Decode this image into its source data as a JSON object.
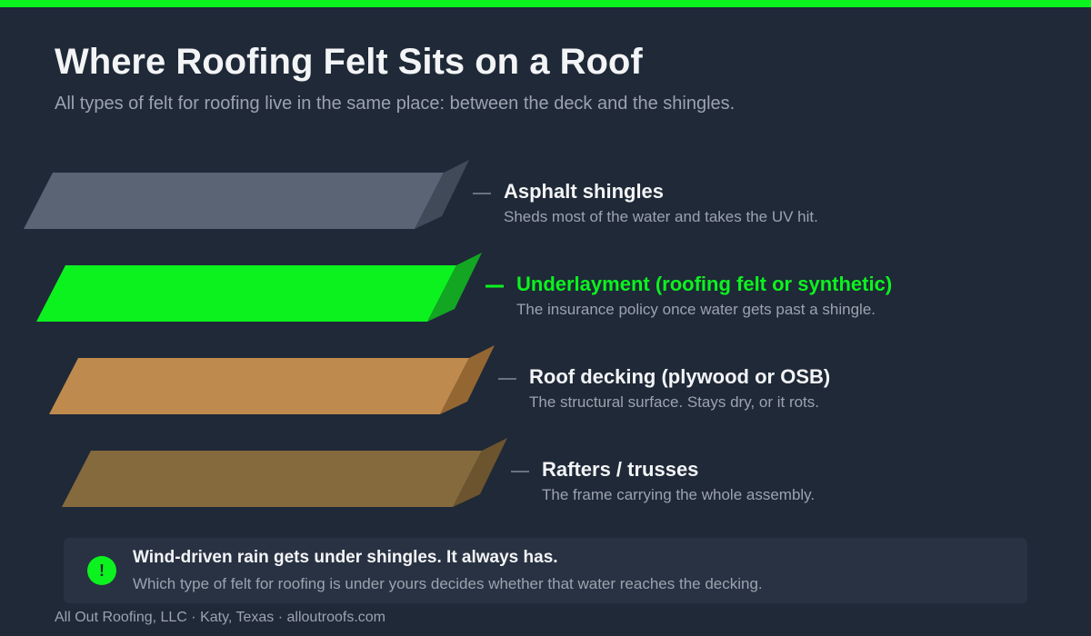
{
  "page": {
    "title": "Where Roofing Felt Sits on a Roof",
    "subtitle": "All types of felt for roofing live in the same place: between the deck and the shingles."
  },
  "colors": {
    "accent": "#0cf21f",
    "background": "#1f2937",
    "text_primary": "#f3f4f6",
    "text_muted": "#9ca3af",
    "connector": "#6b7280"
  },
  "layers": [
    {
      "name": "asphalt-shingles",
      "title": "Asphalt shingles",
      "description": "Sheds most of the water and takes the UV hit.",
      "highlight": false,
      "top_color": "#5a6475",
      "side_color": "#414a59"
    },
    {
      "name": "underlayment",
      "title": "Underlayment (roofing felt or synthetic)",
      "description": "The insurance policy once water gets past a shingle.",
      "highlight": true,
      "top_color": "#0cf21f",
      "side_color": "#12a623"
    },
    {
      "name": "roof-decking",
      "title": "Roof decking (plywood or OSB)",
      "description": "The structural surface. Stays dry, or it rots.",
      "highlight": false,
      "top_color": "#bf8a4d",
      "side_color": "#946632"
    },
    {
      "name": "rafters",
      "title": "Rafters / trusses",
      "description": "The frame carrying the whole assembly.",
      "highlight": false,
      "top_color": "#856a3e",
      "side_color": "#6b542e"
    }
  ],
  "callout": {
    "icon": "exclamation-icon",
    "icon_glyph": "!",
    "title": "Wind-driven rain gets under shingles. It always has.",
    "description": "Which type of felt for roofing is under yours decides whether that water reaches the decking."
  },
  "footer": "All Out Roofing, LLC · Katy, Texas · alloutroofs.com"
}
